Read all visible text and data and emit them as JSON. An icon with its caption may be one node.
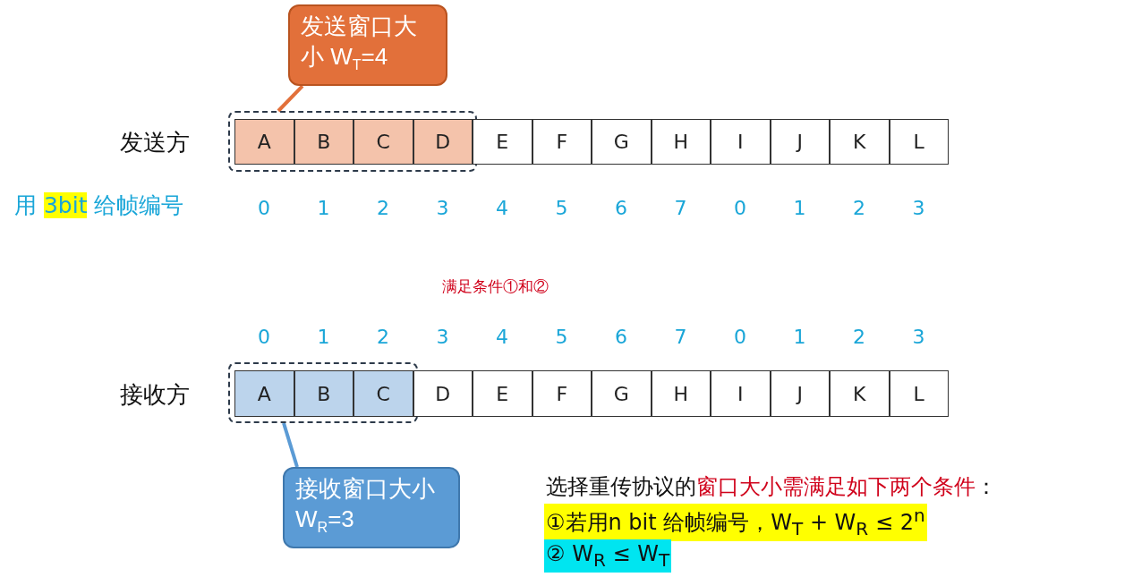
{
  "diagram": {
    "nodes": [
      {
        "text": [
          "发送窗口大小 W$_{T}$=4"
        ]
      },
      {
        "text": [],
        "shape": "box"
      },
      {
        "text": [
          "A"
        ],
        "in": 1
      },
      {
        "text": [
          "B"
        ],
        "in": 1
      },
      {
        "text": [
          "C"
        ],
        "in": 1
      },
      {
        "text": [
          "D"
        ],
        "in": 1
      },
      {
        "text": [
          "E"
        ]
      },
      {
        "text": [
          "F"
        ]
      },
      {
        "text": [
          "G"
        ]
      },
      {
        "text": [
          "H"
        ]
      },
      {
        "text": [
          "I"
        ]
      },
      {
        "text": [
          "J"
        ]
      },
      {
        "text": [
          "K"
        ]
      },
      {
        "text": [
          "L"
        ]
      },
      {
        "text": [],
        "shape": "box"
      },
      {
        "text": [
          "A"
        ],
        "in": 14
      },
      {
        "text": [
          "B"
        ],
        "in": 14
      },
      {
        "text": [
          "C"
        ],
        "in": 14
      },
      {
        "text": [
          "D"
        ]
      },
      {
        "text": [
          "E"
        ]
      },
      {
        "text": [
          "F"
        ]
      },
      {
        "text": [
          "G"
        ]
      },
      {
        "text": [
          "H"
        ]
      },
      {
        "text": [
          "I"
        ]
      },
      {
        "text": [
          "J"
        ]
      },
      {
        "text": [
          "K"
        ]
      },
      {
        "text": [
          "L"
        ]
      },
      {
        "text": [
          "接收窗口大小 W$_{R}$=3"
        ]
      }
    ],
    "edges": [
      {
        "from": 0,
        "to": 1,
        "arrow": "none",
        "color": "#e2703a"
      },
      {
        "from": 27,
        "to": 14,
        "arrow": "none",
        "color": "#5b9bd5"
      }
    ],
    "labels": [
      "发送方",
      "用 **3bit** 给帧编号",
      "0",
      "1",
      "2",
      "3",
      "4",
      "5",
      "6",
      "7",
      "0",
      "1",
      "2",
      "3",
      "满足条件①和②",
      "0",
      "1",
      "2",
      "3",
      "4",
      "5",
      "6",
      "7",
      "0",
      "1",
      "2",
      "3",
      "接收方",
      "选择重传协议的**窗口大小需满足如下两个条件**：",
      "①若用n bit 给帧编号，W$_{T}$ + W$_{R}$ ≤ 2$^{n}$",
      "② W$_{R}$ ≤ W$_{T}$"
    ]
  }
}
